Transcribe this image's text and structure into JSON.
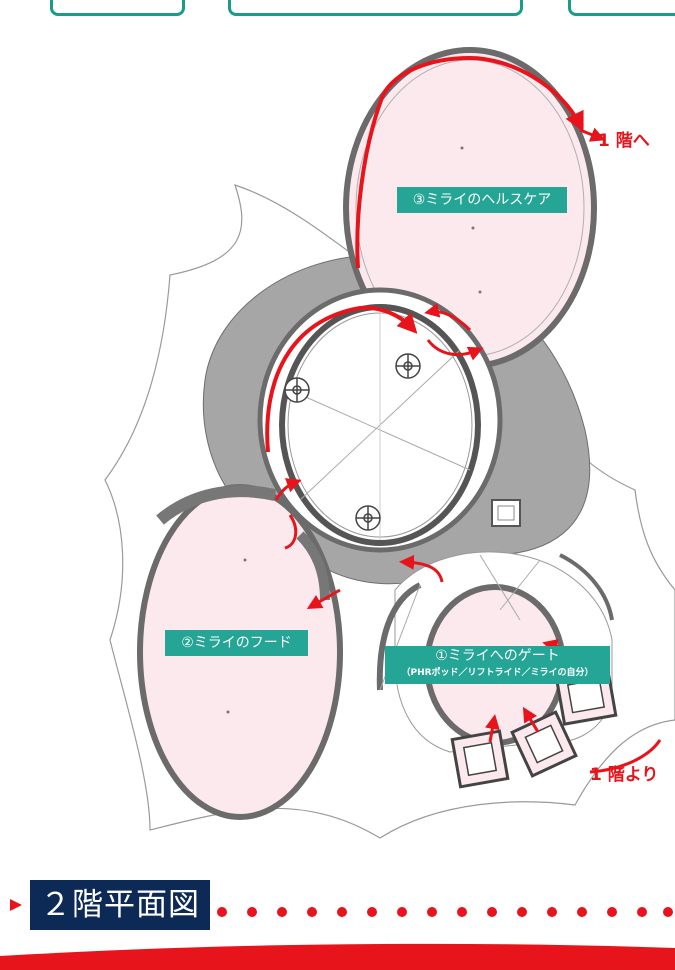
{
  "colors": {
    "accent_red": "#e8141c",
    "teal_label": "#25a595",
    "navy_title": "#0d2a57",
    "room_fill": "#fbe9ee",
    "wall_gray": "#a6a6a6"
  },
  "rooms": {
    "healthcare": {
      "label": "③ミライのヘルスケア"
    },
    "food": {
      "label": "②ミライのフード"
    },
    "gate": {
      "label": "①ミライへのゲート",
      "sublabel": "（PHRポッド／リフトライド／ミライの自分）"
    }
  },
  "flow": {
    "to_floor1": "1 階へ",
    "from_floor1": "1 階より"
  },
  "floor_title": "２階平面図"
}
